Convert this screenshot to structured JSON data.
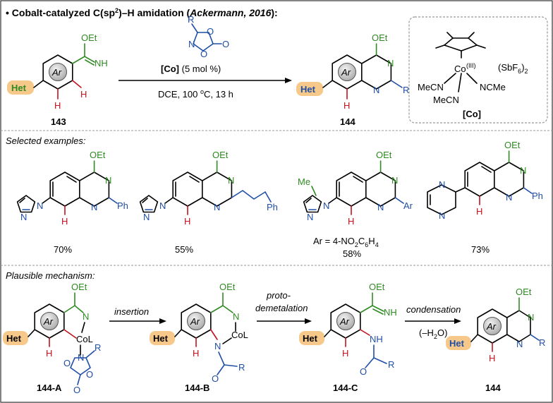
{
  "header": {
    "bullet": "•",
    "title": "Cobalt-catalyzed C(sp",
    "title_sup": "2",
    "title_mid": ")–H amidation (",
    "title_cite": "Ackermann, 2016",
    "title_end": "):"
  },
  "reaction": {
    "catalyst_bold": "[Co]",
    "catalyst_loading": "(5 mol %)",
    "conditions": "DCE, 100 ",
    "conditions_sup": "o",
    "conditions_end": "C, 13 h",
    "reactant_label": "143",
    "product_label": "144"
  },
  "catalyst_box": {
    "co": "Co",
    "ox": "(III)",
    "ligand1": "MeCN",
    "ligand2": "MeCN",
    "ligand3": "NCMe",
    "counterion": "(SbF",
    "counterion_sub": "6",
    "counterion_end": ")",
    "counterion_sub2": "2",
    "label": "[Co]"
  },
  "atoms": {
    "oet": "OEt",
    "nh": "NH",
    "n": "N",
    "o": "O",
    "h": "H",
    "r": "R",
    "ar": "Ar",
    "het": "Het",
    "ph": "Ph",
    "me": "Me",
    "col": "CoL",
    "ar_sub": "Ar"
  },
  "examples": {
    "heading": "Selected examples:",
    "items": [
      {
        "yield": "70%"
      },
      {
        "yield": "55%"
      },
      {
        "note": "Ar = 4-NO",
        "note_sub": "2",
        "note_mid": "C",
        "note_sub2": "6",
        "note_end": "H",
        "note_sub3": "4",
        "yield": "58%"
      },
      {
        "yield": "73%"
      }
    ]
  },
  "mechanism": {
    "heading": "Plausible mechanism:",
    "step1": "insertion",
    "step2a": "proto-",
    "step2b": "demetalation",
    "step3": "condensation",
    "step3b": "(–H",
    "step3b_sub": "2",
    "step3b_end": "O)",
    "labels": [
      "144-A",
      "144-B",
      "144-C",
      "144"
    ]
  },
  "colors": {
    "het_highlight": "#f6c98a",
    "ar_circle": "#c9c9c9",
    "red": "#c1121f",
    "green": "#2f8a22",
    "blue": "#1f4ea6",
    "divider": "#9a9a9a"
  }
}
